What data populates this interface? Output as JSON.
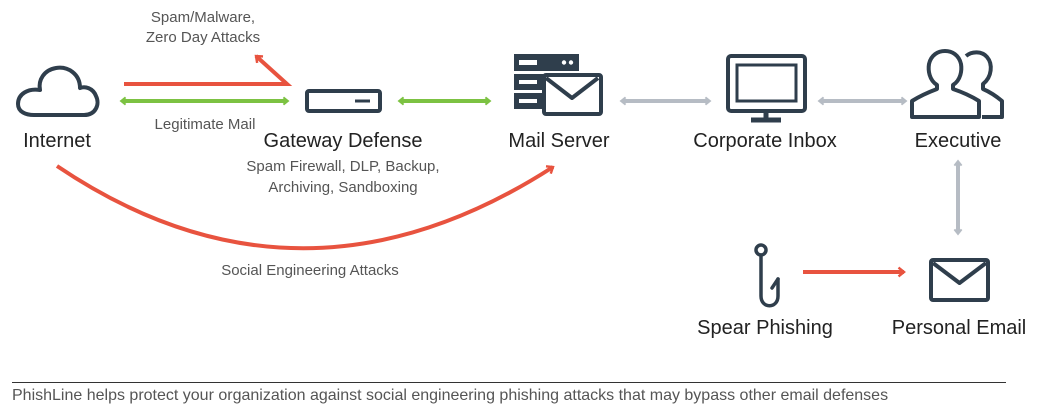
{
  "nodes": {
    "internet": "Internet",
    "gateway": "Gateway Defense",
    "gateway_sub_1": "Spam Firewall, DLP, Backup,",
    "gateway_sub_2": "Archiving, Sandboxing",
    "mail_server": "Mail Server",
    "corporate_inbox": "Corporate Inbox",
    "executive": "Executive",
    "spear_phishing": "Spear Phishing",
    "personal_email": "Personal Email"
  },
  "flows": {
    "spam_line_1": "Spam/Malware,",
    "spam_line_2": "Zero Day Attacks",
    "legitimate": "Legitimate Mail",
    "social": "Social Engineering Attacks"
  },
  "caption": "PhishLine helps protect your organization against social engineering phishing attacks that may bypass other email defenses",
  "colors": {
    "attack": "#e8533f",
    "legit": "#7cc242",
    "neutral": "#b6bcc4",
    "icon": "#2f3e4c"
  }
}
